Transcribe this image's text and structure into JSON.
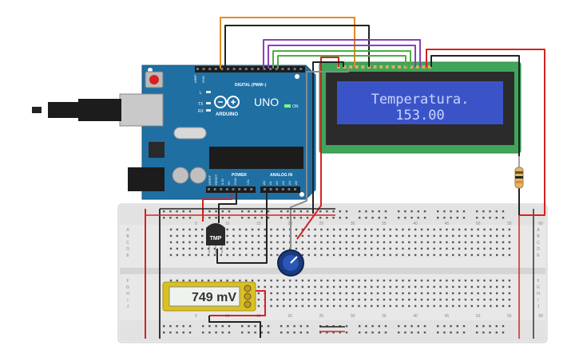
{
  "arduino": {
    "brand": "ARDUINO",
    "model": "UNO",
    "digital_header_label": "DIGITAL (PWM~)",
    "power_header_label": "POWER",
    "analog_header_label": "ANALOG IN",
    "on_label": "ON",
    "tx_label": "TX",
    "rx_label": "RX",
    "l_label": "L",
    "aref_label": "AREF",
    "gnd_label": "GND",
    "ioref_label": "IOREF",
    "reset_label": "RESET",
    "v33_label": "3.3V",
    "v5_label": "5V",
    "vin_label": "VIN",
    "a0_label": "A0",
    "a1_label": "A1",
    "a2_label": "A2",
    "a3_label": "A3",
    "a4_label": "A4",
    "a5_label": "A5",
    "board_color": "#1f6fa3"
  },
  "lcd": {
    "line1": "Temperatura.",
    "line2": "153.00",
    "pcb_color": "#3fa55a",
    "screen_color": "#3a54c8",
    "text_color": "#c9d4ff"
  },
  "sensor": {
    "label": "TMP"
  },
  "multimeter": {
    "reading": "749 mV"
  },
  "breadboard": {
    "column_numbers": [
      "5",
      "10",
      "15",
      "20",
      "25",
      "30",
      "35",
      "40",
      "45",
      "50",
      "55",
      "60"
    ],
    "row_letters_top": [
      "A",
      "B",
      "C",
      "D",
      "E"
    ],
    "row_letters_bottom": [
      "F",
      "G",
      "H",
      "I",
      "J"
    ]
  },
  "wire_colors": {
    "red": "#d62222",
    "black": "#222222",
    "orange": "#e58a1f",
    "purple": "#8a3fb8",
    "green": "#4caf3f",
    "gray": "#8a8a8a"
  }
}
